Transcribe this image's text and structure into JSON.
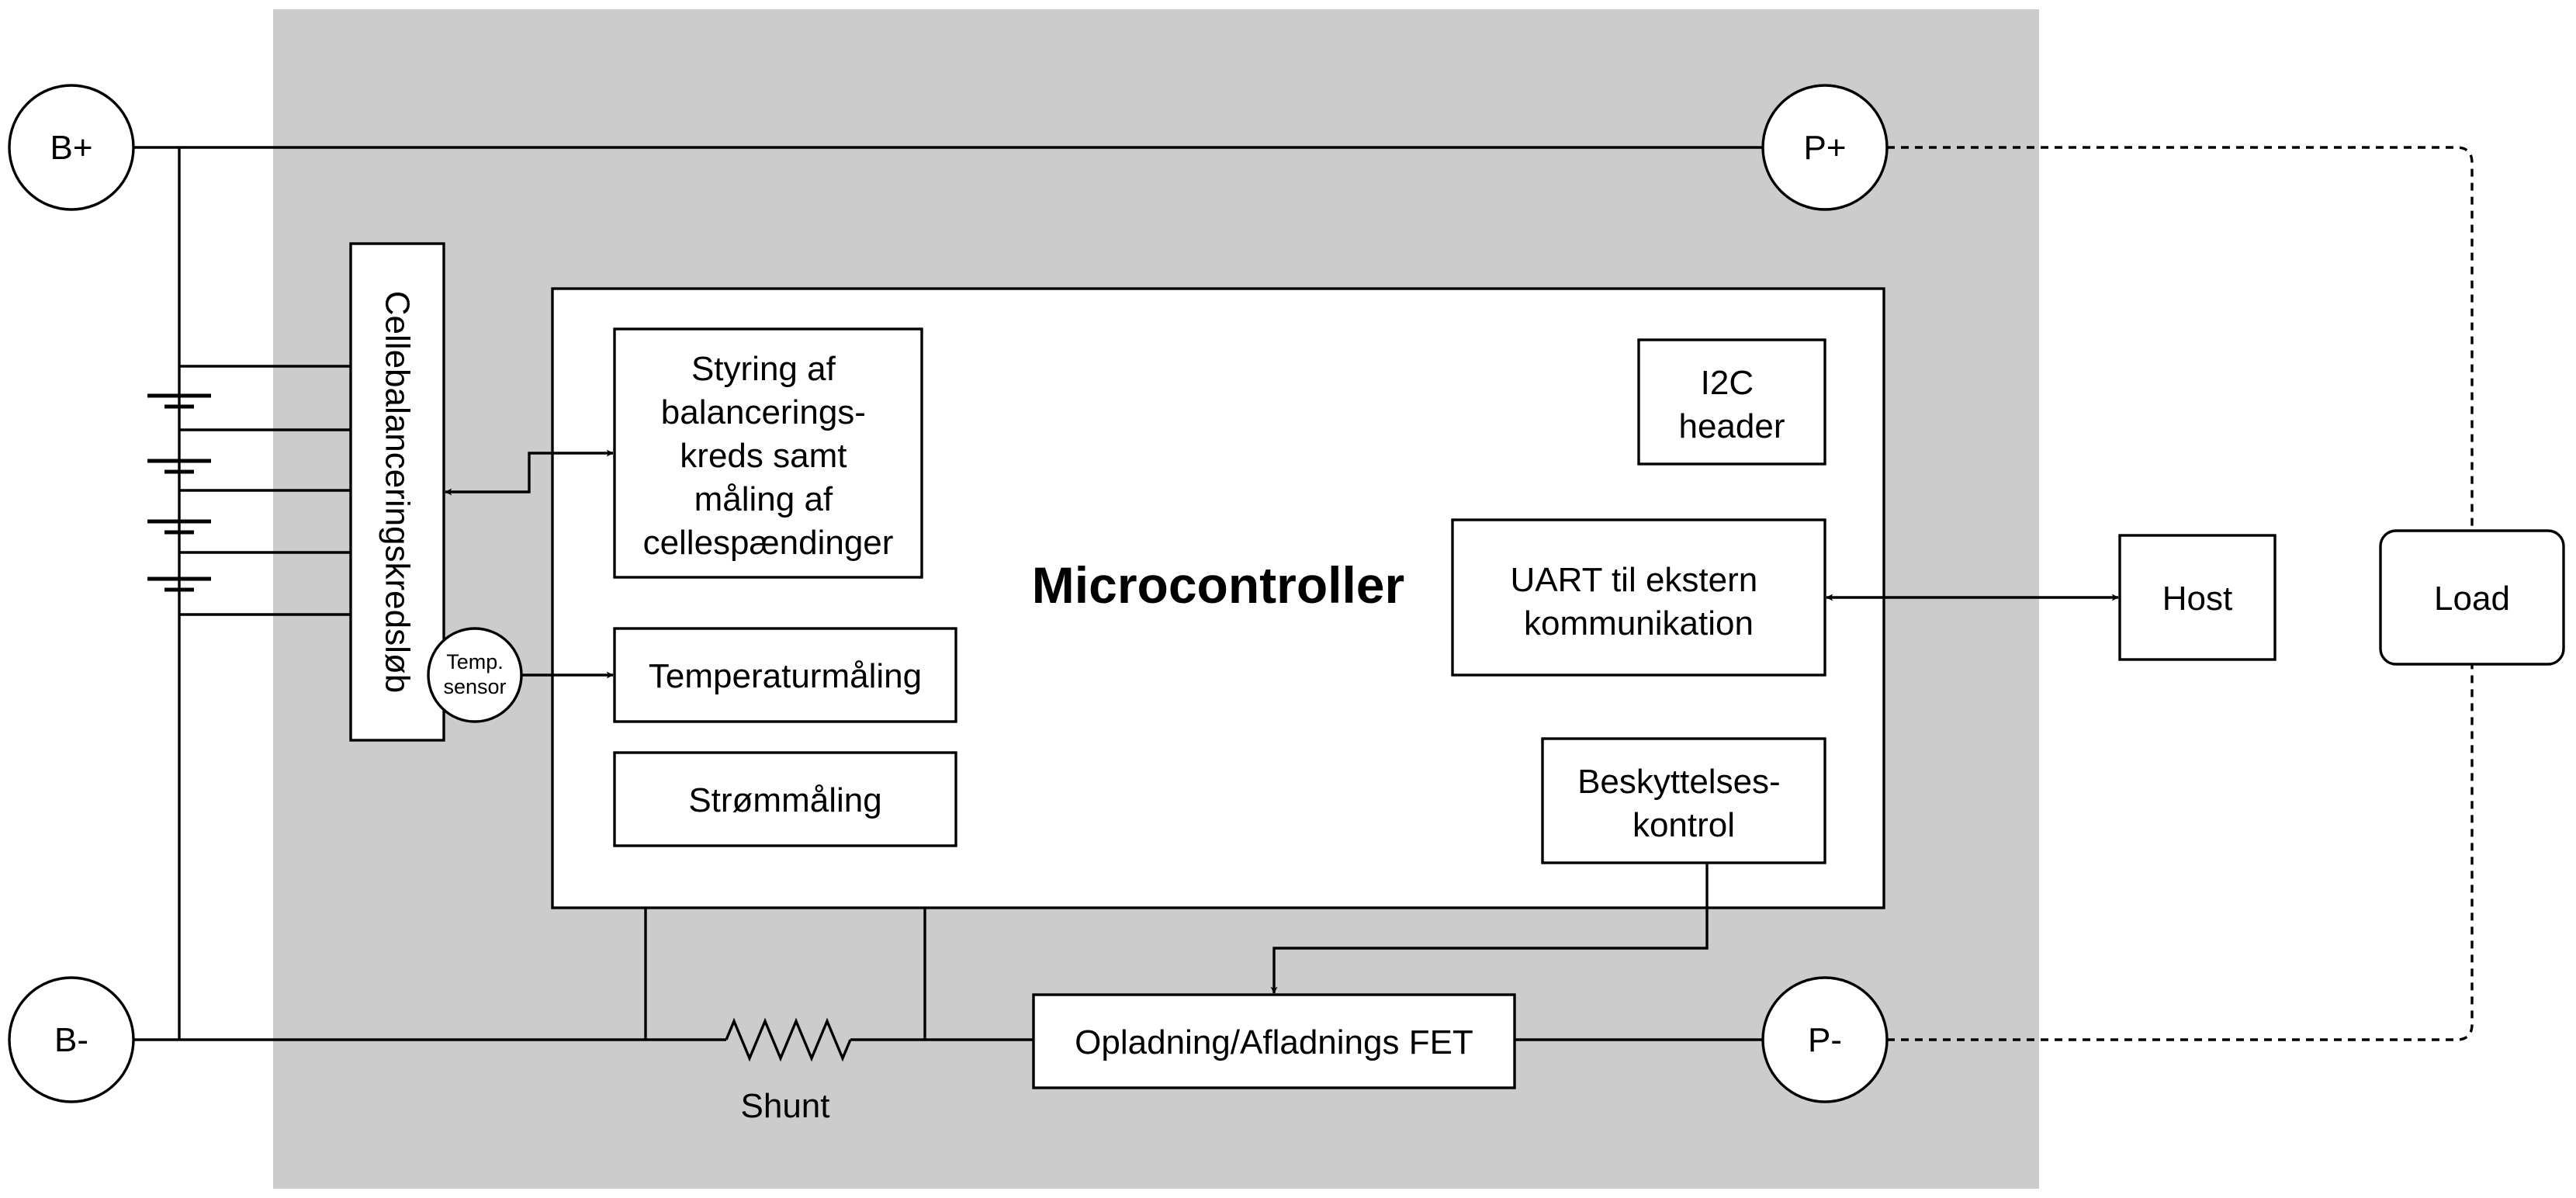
{
  "colors": {
    "board_fill": "#cccccc",
    "box_fill": "#ffffff",
    "line": "#000000"
  },
  "terminals": {
    "b_plus": "B+",
    "b_minus": "B-",
    "p_plus": "P+",
    "p_minus": "P-"
  },
  "cell_balancing": {
    "label": "Cellebalanceringskredsløb"
  },
  "temp_sensor": {
    "line1": "Temp.",
    "line2": "sensor"
  },
  "microcontroller": {
    "title": "Microcontroller",
    "balancing_control": [
      "Styring af",
      "balancerings-",
      "kreds samt",
      "måling af",
      "cellespændinger"
    ],
    "temperature": "Temperaturmåling",
    "current": "Strømmåling",
    "i2c": [
      "I2C",
      "header"
    ],
    "uart": [
      "UART til ekstern",
      "kommunikation"
    ],
    "protection": [
      "Beskyttelses-",
      "kontrol"
    ]
  },
  "fet": "Opladning/Afladnings FET",
  "shunt": "Shunt",
  "host": "Host",
  "load": "Load"
}
